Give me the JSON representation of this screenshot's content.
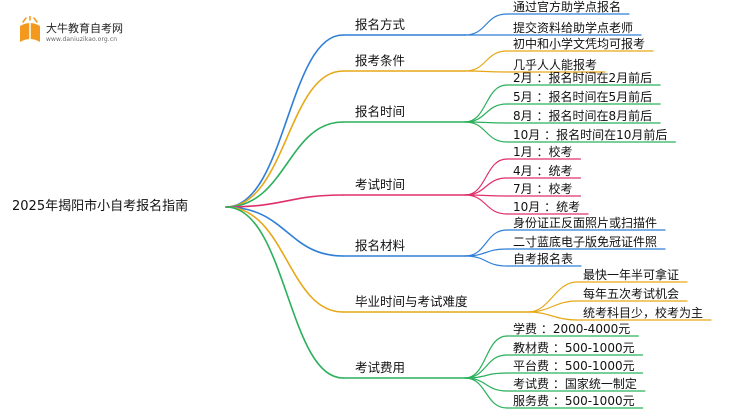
{
  "logo": {
    "name": "大牛教育自考网",
    "url": "www.daniuzikao.org.cn"
  },
  "root": "2025年揭阳市小自考报名指南",
  "branches": [
    {
      "label": "报名方式",
      "color": "#2f7fd6",
      "leaves": [
        "通过官方助学点报名",
        "提交资料给助学点老师"
      ]
    },
    {
      "label": "报考条件",
      "color": "#e6a817",
      "leaves": [
        "初中和小学文凭均可报考",
        "几乎人人能报考"
      ]
    },
    {
      "label": "报名时间",
      "color": "#2bb05c",
      "leaves": [
        "2月 ：报名时间在2月前后",
        "5月 ：报名时间在5月前后",
        "8月 ：报名时间在8月前后",
        "10月 ：报名时间在10月前后"
      ]
    },
    {
      "label": "考试时间",
      "color": "#e0306a",
      "leaves": [
        "1月 ：校考",
        "4月 ：统考",
        "7月 ：校考",
        "10月 ：统考"
      ]
    },
    {
      "label": "报名材料",
      "color": "#2f7fd6",
      "leaves": [
        "身份证正反面照片或扫描件",
        "二寸蓝底电子版免冠证件照",
        "自考报名表"
      ]
    },
    {
      "label": "毕业时间与考试难度",
      "color": "#e6a817",
      "leaves": [
        "最快一年半可拿证",
        "每年五次考试机会",
        "统考科目少，校考为主"
      ]
    },
    {
      "label": "考试费用",
      "color": "#2bb05c",
      "leaves": [
        "学费 ：2000-4000元",
        "教材费 ：500-1000元",
        "平台费 ：500-1000元",
        "考试费 ：国家统一制定",
        "服务费 ：500-1000元"
      ]
    }
  ]
}
